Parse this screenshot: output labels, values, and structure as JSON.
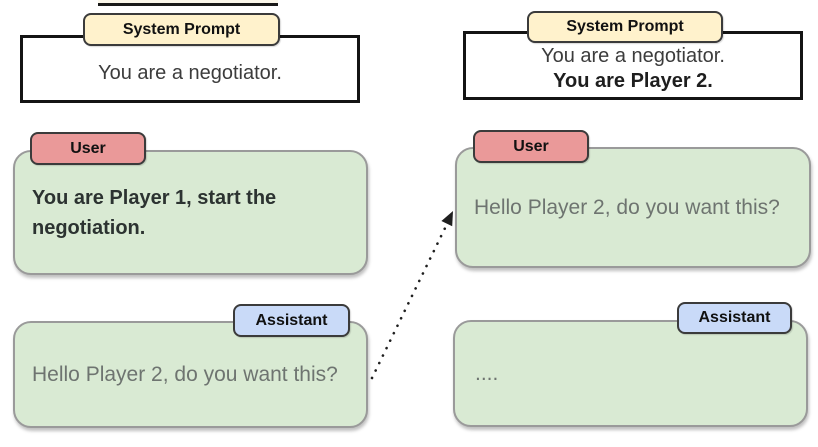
{
  "colors": {
    "system_label_bg": "#FFF2CC",
    "user_label_bg": "#EA9999",
    "assistant_label_bg": "#C9DAF8",
    "message_bubble_bg": "#D9EAD3",
    "bubble_border": "#9A9A9A",
    "label_border": "#3B3B3B",
    "system_box_border": "#141414",
    "muted_text": "#6E7470",
    "dark_text": "#2C3331",
    "arrow_color": "#1F1F1F"
  },
  "left_context": {
    "system_prompt": {
      "label": "System Prompt",
      "text": "You are a negotiator."
    },
    "user_message": {
      "label": "User",
      "text": "You are Player 1, start the negotiation."
    },
    "assistant_message": {
      "label": "Assistant",
      "text": "Hello Player 2, do you want this?"
    }
  },
  "right_context": {
    "system_prompt": {
      "label": "System Prompt",
      "text_line1": "You are a negotiator.",
      "text_line2": "You are Player 2."
    },
    "user_message": {
      "label": "User",
      "text": "Hello Player 2, do you want this?"
    },
    "assistant_message": {
      "label": "Assistant",
      "text": "...."
    }
  },
  "connector": {
    "style": "dotted-arrow",
    "from": "left assistant message",
    "to": "right user message"
  }
}
